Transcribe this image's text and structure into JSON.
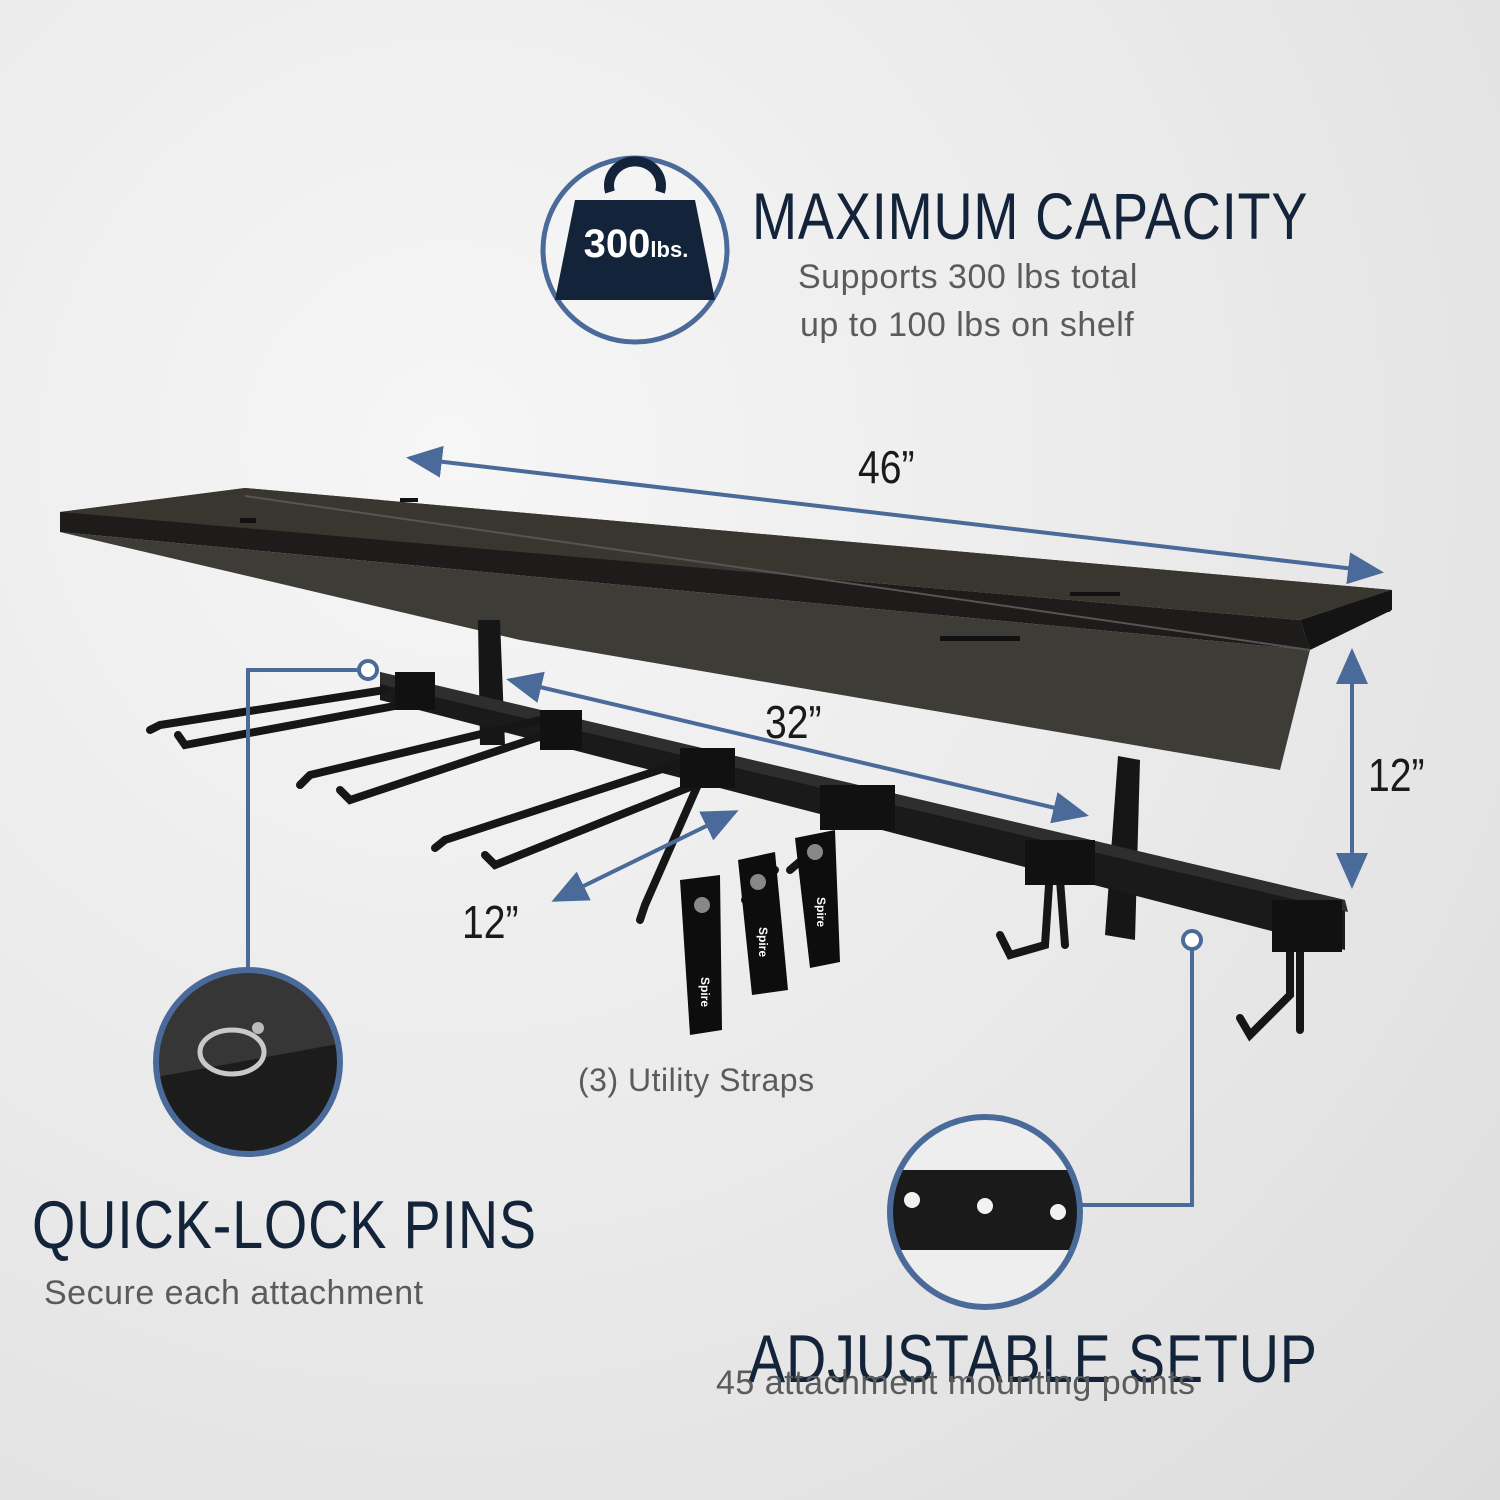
{
  "capacity": {
    "badge_number": "300",
    "badge_unit": "lbs.",
    "title": "MAXIMUM CAPACITY",
    "line1": "Supports 300 lbs total",
    "line2": "up to 100 lbs on shelf"
  },
  "dimensions": {
    "width": "46”",
    "bar_length": "32”",
    "height": "12”",
    "arm_length": "12”"
  },
  "straps": {
    "label": "(3) Utility Straps",
    "brand": "Spire"
  },
  "quick_lock": {
    "title": "QUICK-LOCK PINS",
    "subtitle": "Secure each attachment"
  },
  "adjustable": {
    "title": "ADJUSTABLE SETUP",
    "subtitle": "45 attachment mounting points"
  },
  "colors": {
    "accent": "#4a6a99",
    "heading": "#13233a",
    "product": "#1c1c1c"
  }
}
